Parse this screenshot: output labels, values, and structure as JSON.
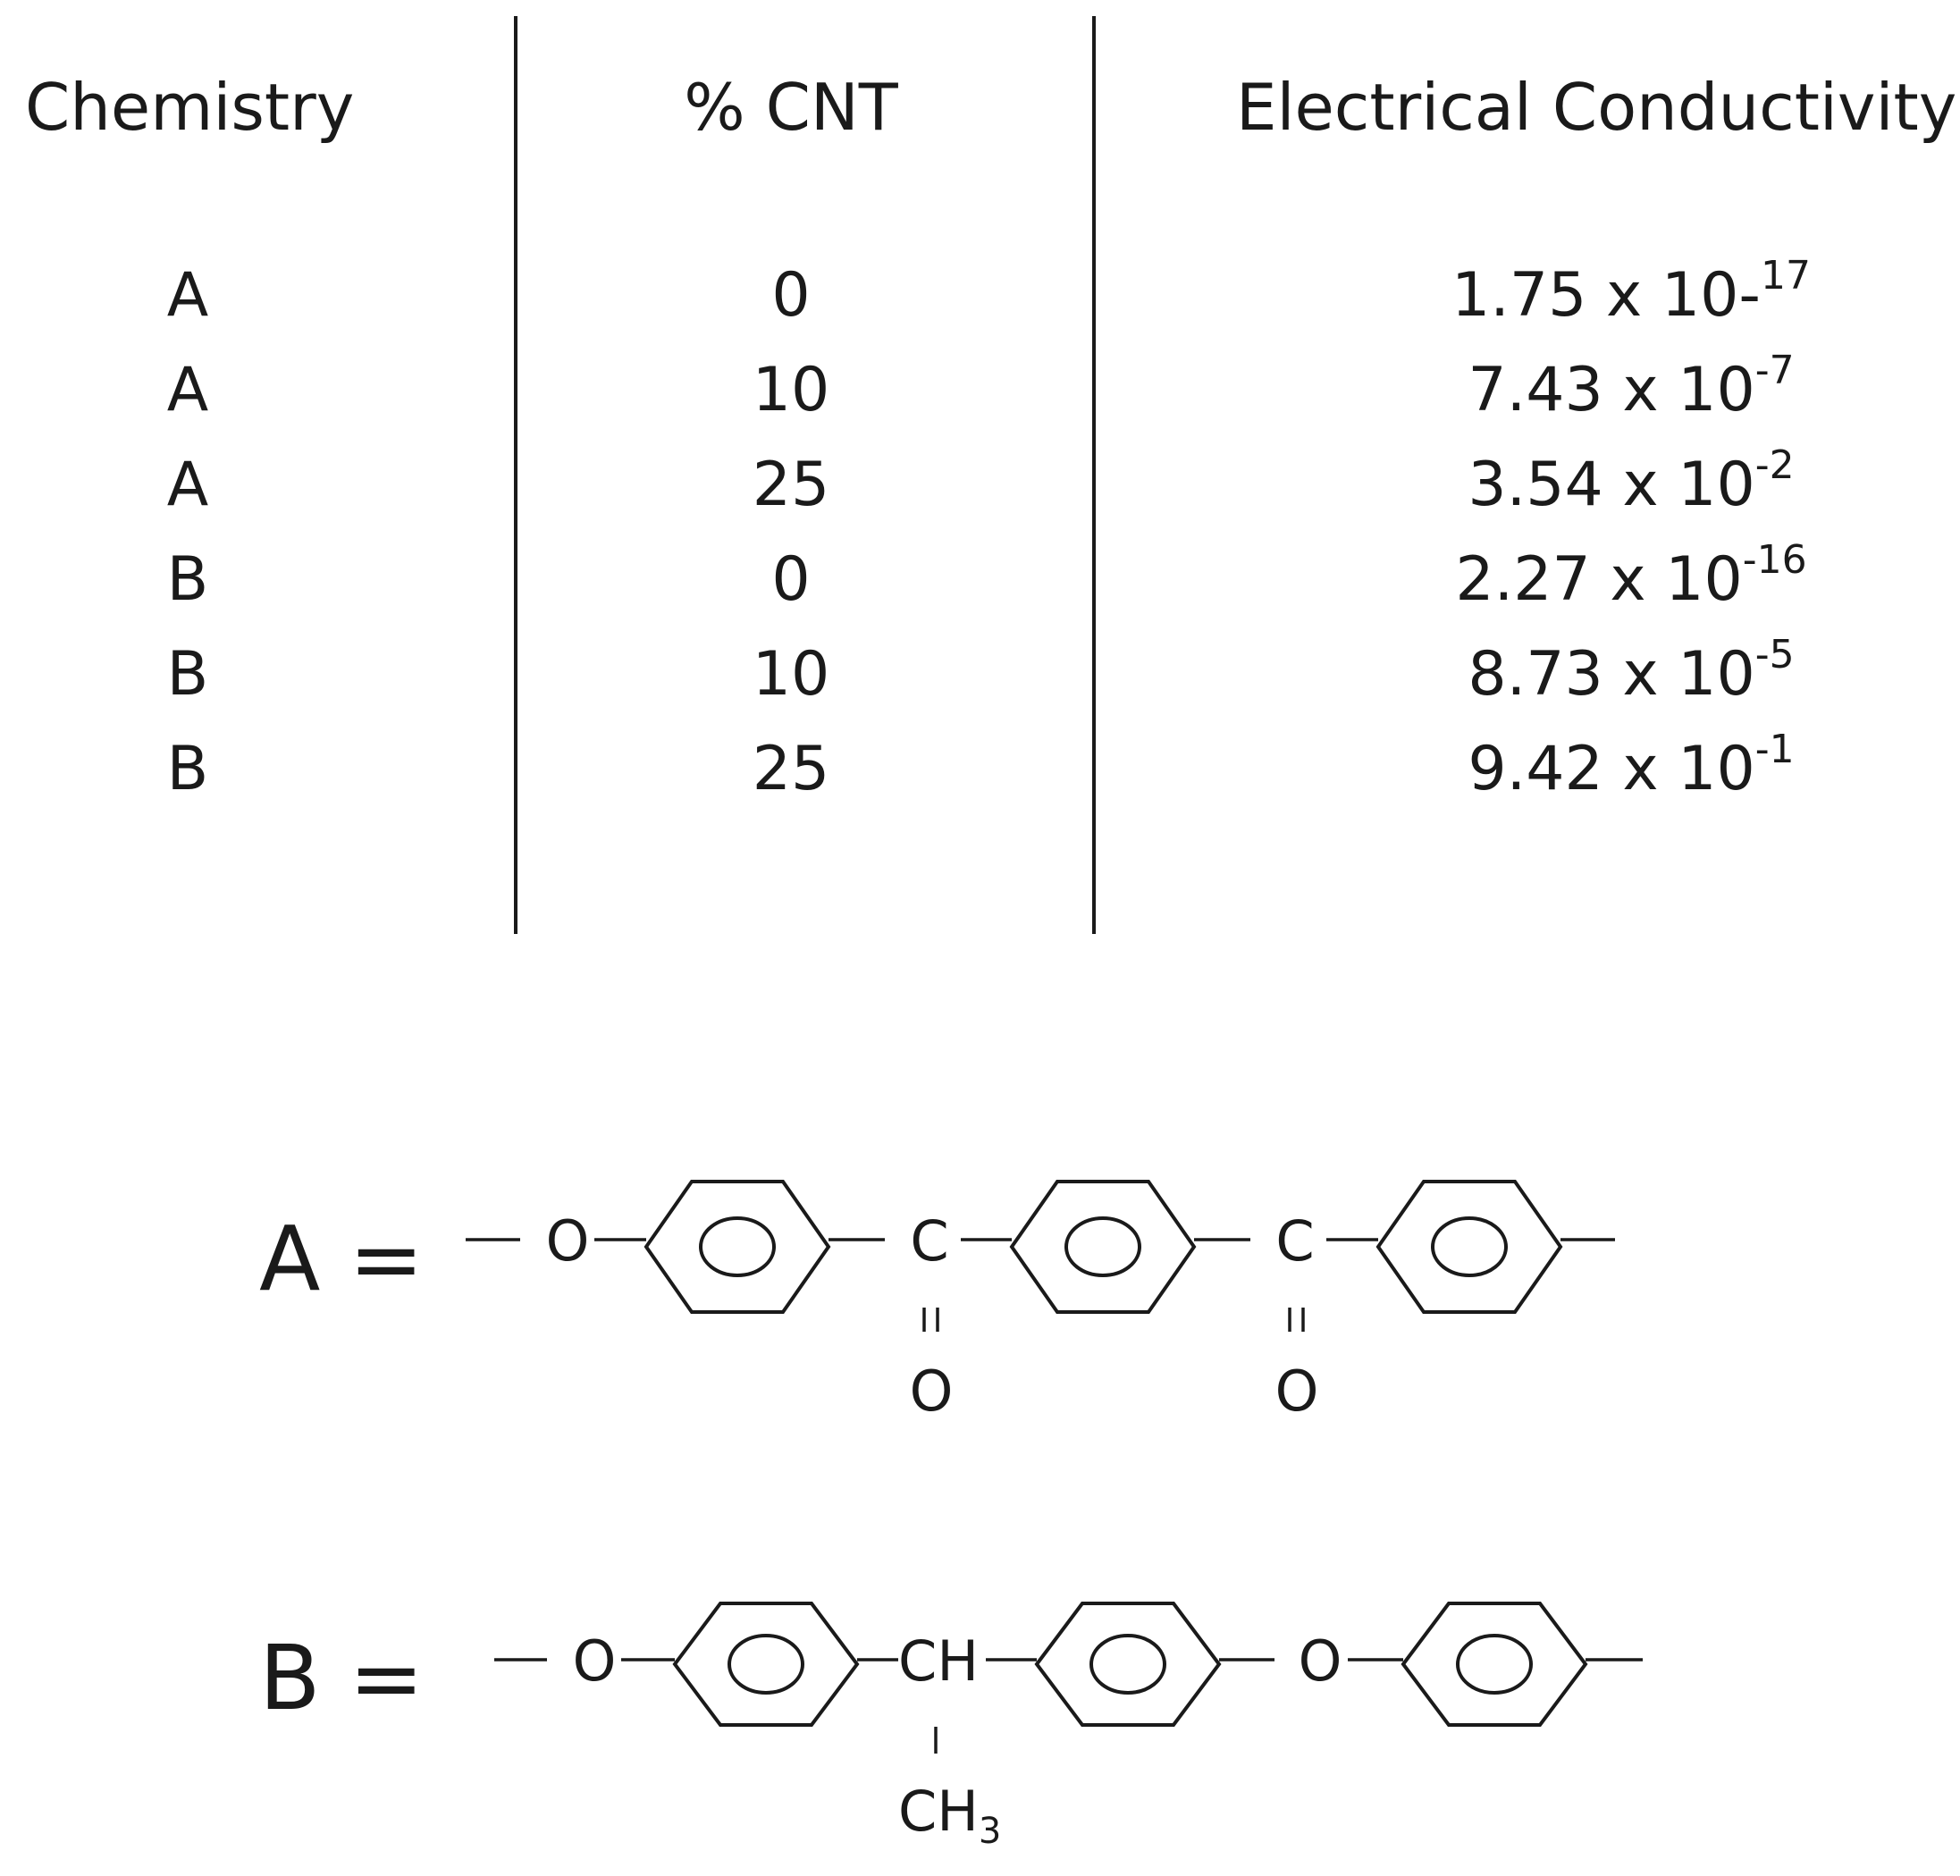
{
  "table": {
    "headers": {
      "chemistry": "Chemistry",
      "cnt": "% CNT",
      "conductivity": "Electrical Conductivity"
    },
    "rows": [
      {
        "chemistry": "A",
        "cnt": "0",
        "mantissa": "1.75 x 10-",
        "exponent": "17"
      },
      {
        "chemistry": "A",
        "cnt": "10",
        "mantissa": "7.43 x 10",
        "exponent": "-7"
      },
      {
        "chemistry": "A",
        "cnt": "25",
        "mantissa": "3.54 x 10",
        "exponent": "-2"
      },
      {
        "chemistry": "B",
        "cnt": "0",
        "mantissa": "2.27 x 10",
        "exponent": "-16"
      },
      {
        "chemistry": "B",
        "cnt": "10",
        "mantissa": "8.73 x 10",
        "exponent": "-5"
      },
      {
        "chemistry": "B",
        "cnt": "25",
        "mantissa": "9.42 x 10",
        "exponent": "-1"
      }
    ]
  },
  "structures": {
    "a": {
      "label": "A =",
      "ether_o": "O",
      "carbon_1": "C",
      "carbonyl_o_1": "O",
      "carbon_2": "C",
      "carbonyl_o_2": "O"
    },
    "b": {
      "label": "B =",
      "ether_o_1": "O",
      "methine": "CH",
      "methyl": "CH",
      "methyl_subscript": "3",
      "ether_o_2": "O"
    }
  }
}
